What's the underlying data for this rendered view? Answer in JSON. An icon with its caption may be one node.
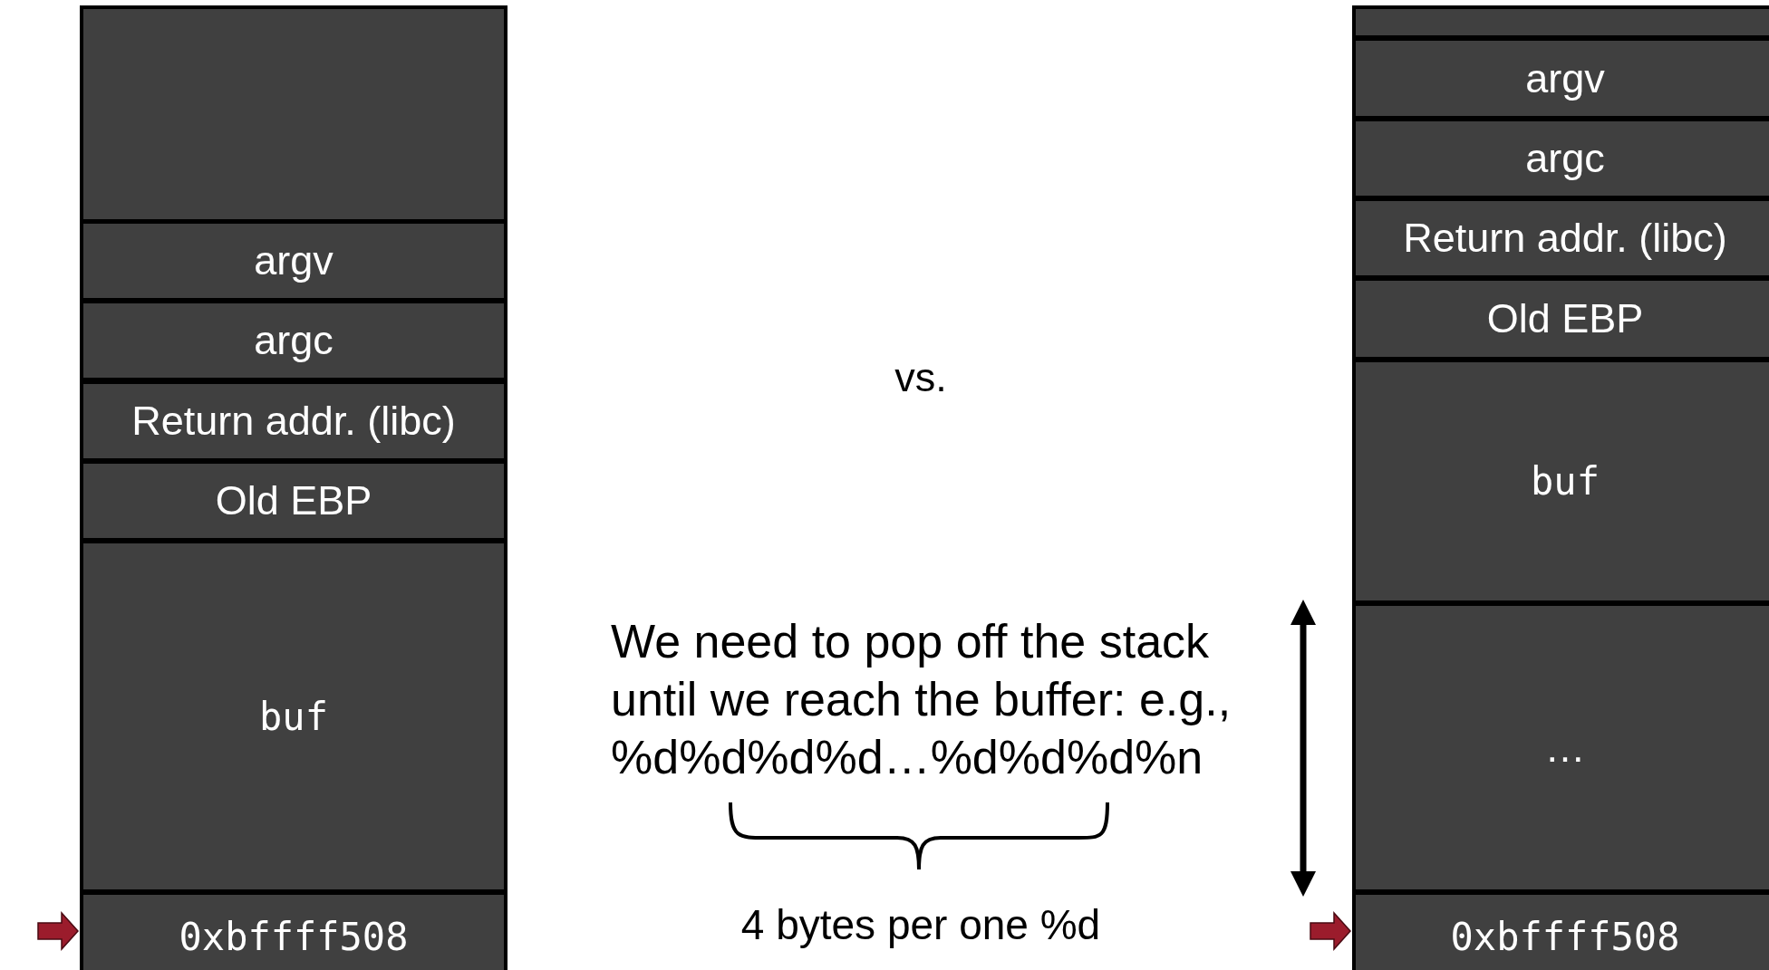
{
  "diagram": {
    "nodes": [
      {
        "text": [],
        "shape": "box"
      },
      {
        "text": [
          "argv"
        ]
      },
      {
        "text": [
          "argc"
        ]
      },
      {
        "text": [
          "Return addr. (libc)"
        ]
      },
      {
        "text": [
          "Old EBP"
        ]
      },
      {
        "text": [
          "buf"
        ]
      },
      {
        "text": [
          "0xbffff508"
        ]
      },
      {
        "text": [],
        "shape": "box"
      },
      {
        "text": [
          "argv"
        ]
      },
      {
        "text": [
          "argc"
        ]
      },
      {
        "text": [
          "Return addr. (libc)"
        ]
      },
      {
        "text": [
          "Old EBP"
        ]
      },
      {
        "text": [
          "buf"
        ]
      },
      {
        "text": [
          "…"
        ]
      },
      {
        "text": [
          "0xbffff508"
        ]
      }
    ],
    "edges": [
      {
        "from": null,
        "to": 6,
        "arrow": "to"
      },
      {
        "from": null,
        "to": 14,
        "arrow": "to"
      }
    ],
    "labels": [
      "vs.",
      "We need to pop off the stack until we reach the buffer: e.g., %d%d%d%d…%d%d%d%n",
      "4 bytes per one %d"
    ]
  }
}
